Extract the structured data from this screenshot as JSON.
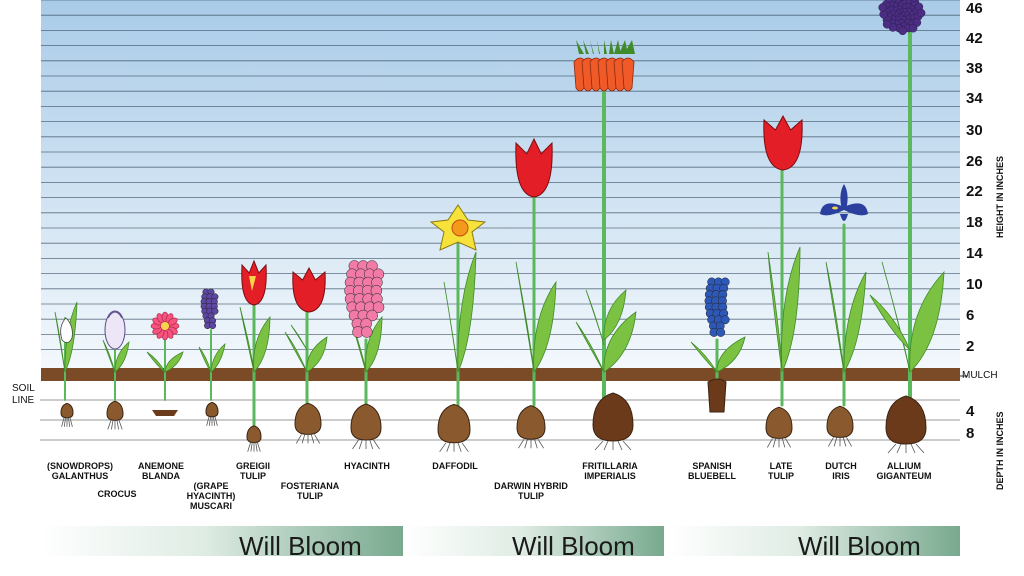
{
  "height_axis": {
    "title": "HEIGHT IN INCHES",
    "ticks": [
      "46",
      "42",
      "38",
      "34",
      "30",
      "26",
      "22",
      "18",
      "14",
      "10",
      "6",
      "2"
    ]
  },
  "depth_axis": {
    "title": "DEPTH IN INCHES",
    "ticks": [
      "4",
      "8"
    ]
  },
  "soil_line_label": "SOIL\nLINE",
  "mulch_label": "MULCH",
  "plants": [
    {
      "name": "(SNOWDROPS)\nGALANTHUS"
    },
    {
      "name": "CROCUS"
    },
    {
      "name": "ANEMONE\nBLANDA"
    },
    {
      "name": "(GRAPE\nHYACINTH)\nMUSCARI"
    },
    {
      "name": "GREIGII\nTULIP"
    },
    {
      "name": "FOSTERIANA\nTULIP"
    },
    {
      "name": "HYACINTH"
    },
    {
      "name": "DAFFODIL"
    },
    {
      "name": "DARWIN HYBRID\nTULIP"
    },
    {
      "name": "FRITILLARIA\nIMPERIALIS"
    },
    {
      "name": "SPANISH\nBLUEBELL"
    },
    {
      "name": "LATE\nTULIP"
    },
    {
      "name": "DUTCH\nIRIS"
    },
    {
      "name": "ALLIUM\nGIGANTEUM"
    }
  ],
  "bloom_bands": [
    "Will Bloom",
    "Will Bloom",
    "Will Bloom"
  ],
  "colors": {
    "sky_top": "#a9cbe8",
    "sky_bottom": "#f3f8fc",
    "mulch": "#7b4a26",
    "bulb": "#8a5a2e",
    "stem": "#5cb85c",
    "tulip_red": "#e41e26",
    "daffodil": "#f7e23b",
    "iris": "#2a3f9e",
    "allium": "#4b2e83",
    "bluebell": "#2e58b8",
    "hyacinth": "#f17aa6",
    "fritillaria": "#f05a28"
  }
}
